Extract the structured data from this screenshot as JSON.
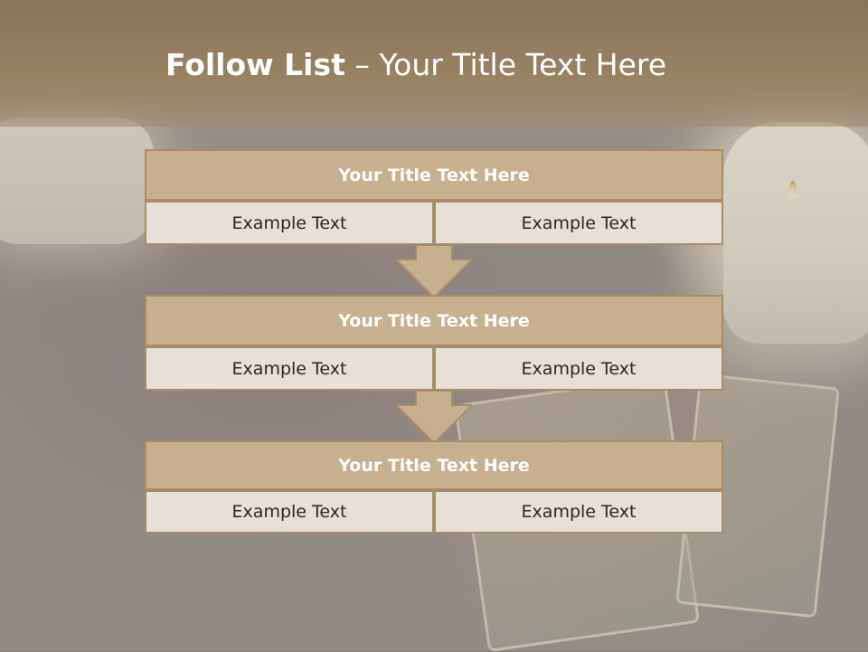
{
  "slide": {
    "title_bold": "Follow List",
    "title_rest": " – Your Title Text Here"
  },
  "blocks": [
    {
      "title": "Your Title Text Here",
      "left": "Example Text",
      "right": "Example Text"
    },
    {
      "title": "Your Title Text Here",
      "left": "Example Text",
      "right": "Example Text"
    },
    {
      "title": "Your Title Text Here",
      "left": "Example Text",
      "right": "Example Text"
    }
  ],
  "colors": {
    "header_band": "#8b7456",
    "block_title_fill": "#c8b08e",
    "block_border": "#a88c66",
    "cell_fill": "#e8e0d6",
    "arrow_fill": "#c8b08e"
  }
}
